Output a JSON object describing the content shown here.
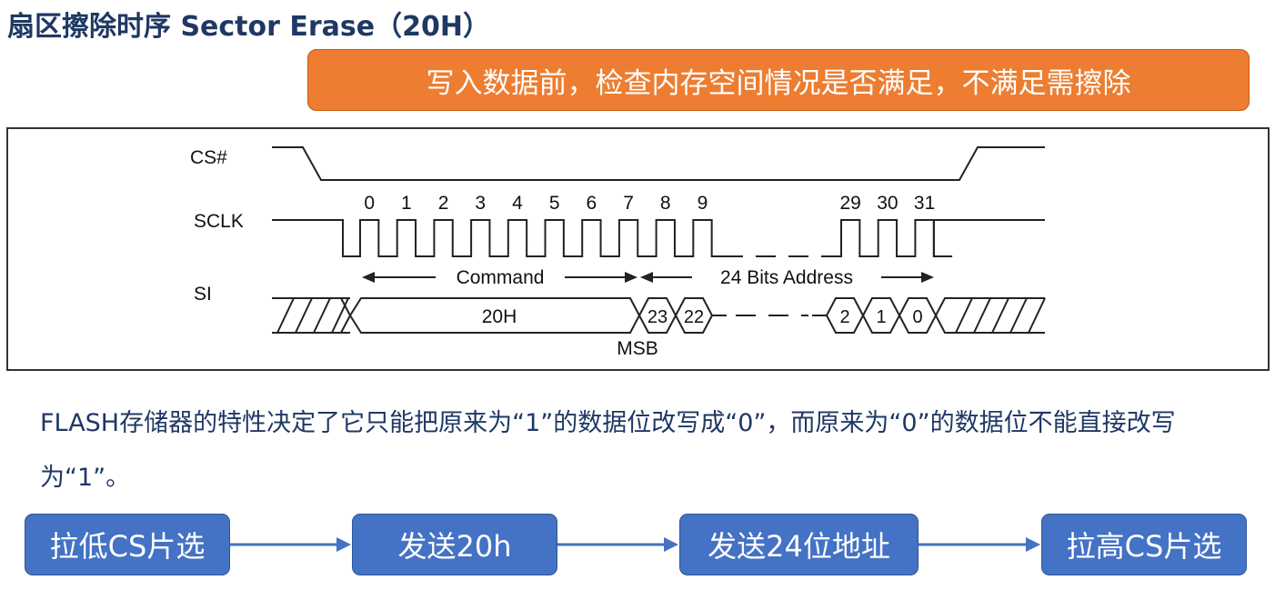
{
  "title": "扇区擦除时序 Sector Erase（20H）",
  "banner": "写入数据前，检查内存空间情况是否满足，不满足需擦除",
  "timing": {
    "signals": {
      "cs": "CS#",
      "sclk": "SCLK",
      "si": "SI"
    },
    "clock_labels": [
      "0",
      "1",
      "2",
      "3",
      "4",
      "5",
      "6",
      "7",
      "8",
      "9",
      "29",
      "30",
      "31"
    ],
    "command_label": "Command",
    "address_label": "24 Bits Address",
    "command_value": "20H",
    "address_bits": [
      "23",
      "22",
      "2",
      "1",
      "0"
    ],
    "msb_label": "MSB",
    "colors": {
      "line": "#222222"
    }
  },
  "description": "FLASH存储器的特性决定了它只能把原来为“1”的数据位改写成“0”，而原来为“0”的数据位不能直接改写为“1”。",
  "flow": {
    "steps": [
      "拉低CS片选",
      "发送20h",
      "发送24位地址",
      "拉高CS片选"
    ],
    "colors": {
      "step": "#4472c4",
      "arrow": "#4472c4"
    }
  },
  "colors": {
    "title": "#1f3864",
    "banner": "#ed7d31",
    "text": "#1f3864"
  }
}
